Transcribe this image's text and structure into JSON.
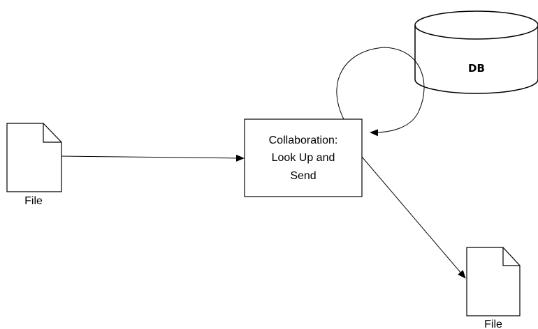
{
  "diagram": {
    "input_file": {
      "icon": "document-icon",
      "label": "File"
    },
    "process": {
      "lines": [
        "Collaboration:",
        "Look Up and",
        "Send"
      ]
    },
    "database": {
      "icon": "database-cylinder",
      "label": "DB"
    },
    "output_file": {
      "icon": "document-icon",
      "label": "File"
    },
    "connections": [
      {
        "from": "input_file",
        "to": "process"
      },
      {
        "from": "process",
        "to": "database",
        "type": "loop"
      },
      {
        "from": "process",
        "to": "output_file"
      }
    ]
  }
}
